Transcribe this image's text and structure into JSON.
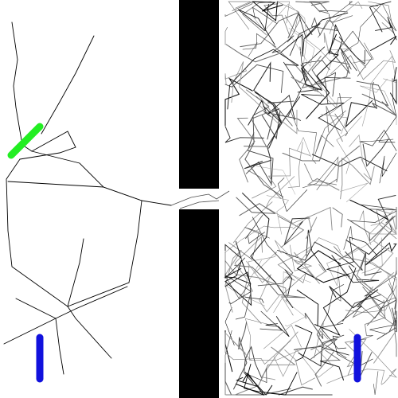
{
  "scene": {
    "background_color": "#ffffff",
    "wall_color": "#000000",
    "left_region": "sparse-line-network",
    "right_region": "dense-line-network",
    "markers": [
      {
        "name": "green-marker",
        "color": "#22ee22"
      },
      {
        "name": "blue-marker-left",
        "color": "#1111dd"
      },
      {
        "name": "blue-marker-right",
        "color": "#1111dd"
      }
    ]
  }
}
